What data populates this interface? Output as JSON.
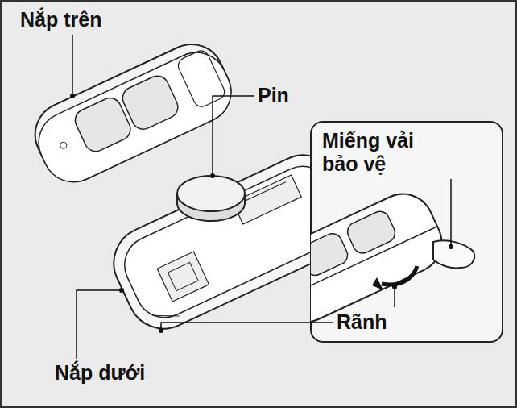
{
  "diagram": {
    "labels": [
      "Nắp trên",
      "Pin",
      "Miếng vải bảo vệ",
      "Rãnh",
      "Nắp dưới"
    ]
  }
}
